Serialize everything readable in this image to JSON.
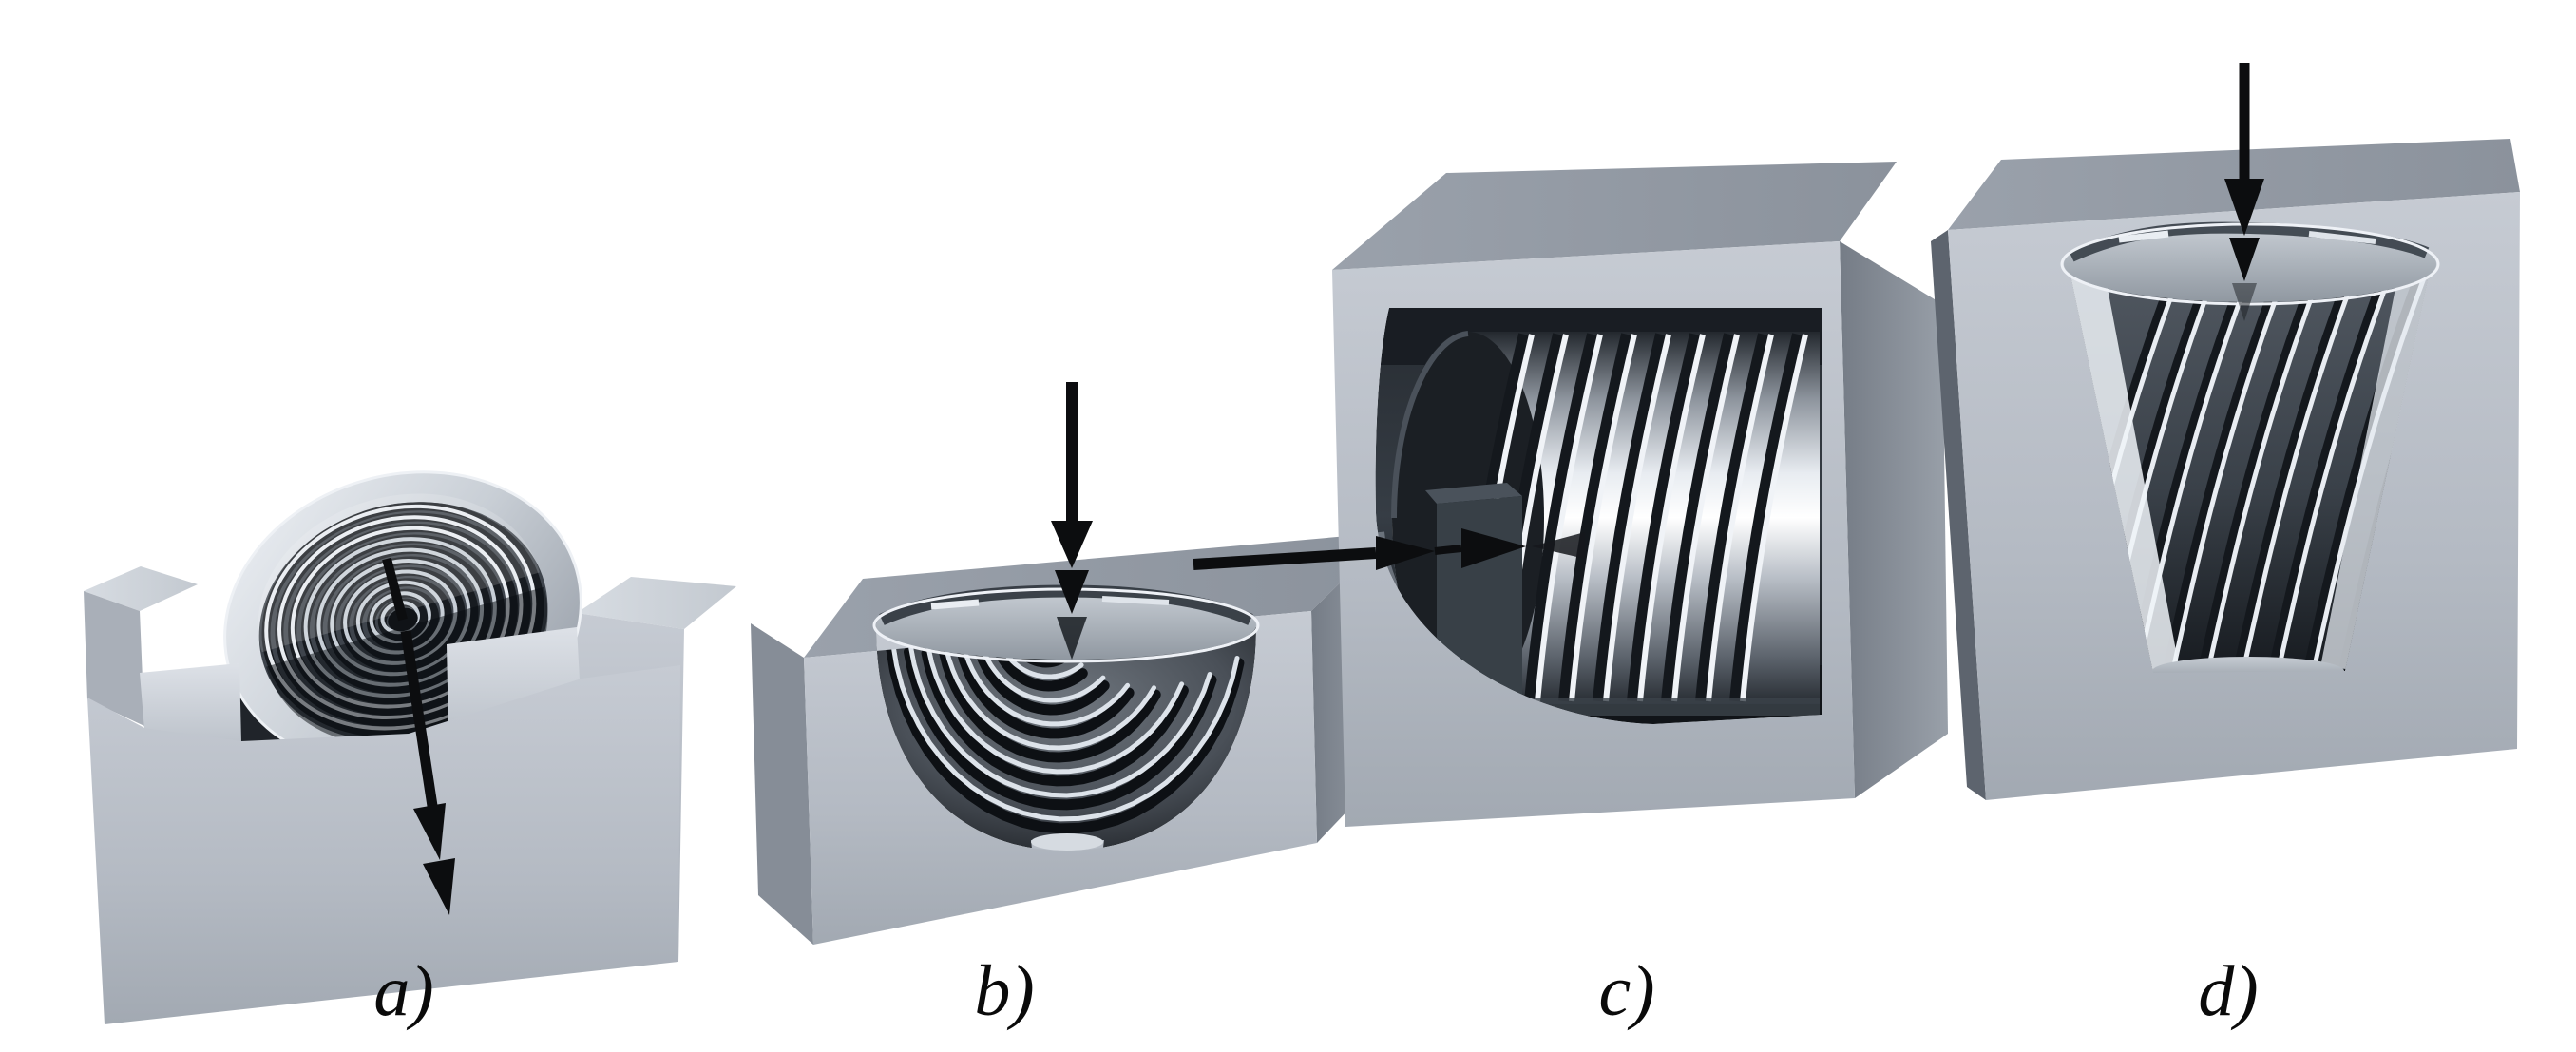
{
  "figure": {
    "background_color": "#ffffff",
    "panels": [
      {
        "label": "a)"
      },
      {
        "label": "b)"
      },
      {
        "label": "c)"
      },
      {
        "label": "d)"
      }
    ],
    "colors": {
      "block_front": "#bcc2ca",
      "block_top": "#949ba5",
      "block_side": "#7b828c",
      "cavity_dark": "#1d2126",
      "metal_highlight": "#f0f3f7",
      "arrow": "#0c0d0f",
      "label_text": "#0a0a0a"
    }
  }
}
